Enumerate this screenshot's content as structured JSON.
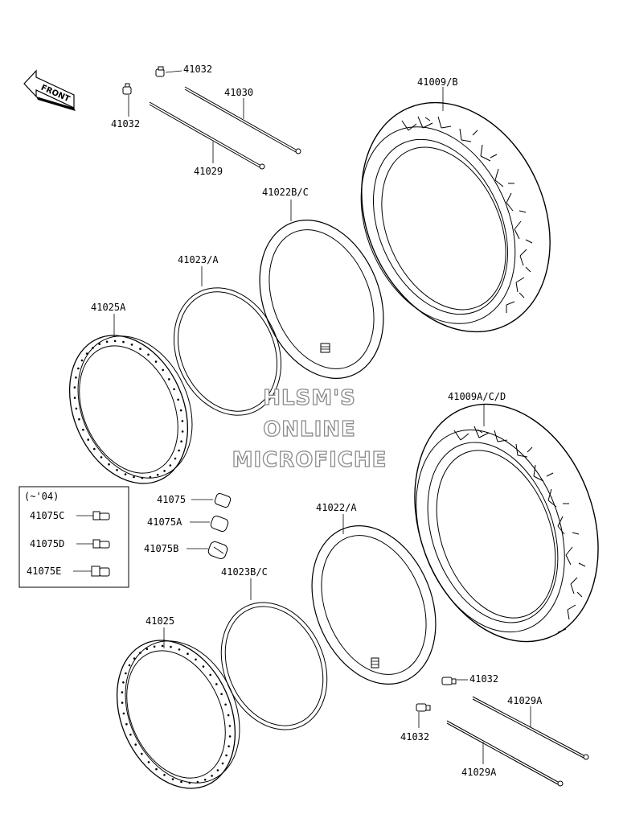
{
  "front_arrow": {
    "label": "FRONT",
    "icon": "front-arrow-icon"
  },
  "part_labels": {
    "p41032_top": "41032",
    "p41032_left": "41032",
    "p41030": "41030",
    "p41029": "41029",
    "p41009B": "41009/B",
    "p41022BC": "41022B/C",
    "p41023A": "41023/A",
    "p41025A": "41025A",
    "p41009ACD": "41009A/C/D",
    "p41075": "41075",
    "p41075A": "41075A",
    "p41075B": "41075B",
    "p41022A": "41022/A",
    "p41023BC": "41023B/C",
    "p41025": "41025",
    "p41032_br1": "41032",
    "p41032_br2": "41032",
    "p41029A_1": "41029A",
    "p41029A_2": "41029A"
  },
  "inset": {
    "title": "(~'04)",
    "items": [
      "41075C",
      "41075D",
      "41075E"
    ]
  },
  "watermark": [
    "HLSM'S",
    "ONLINE",
    "MICROFICHE"
  ]
}
